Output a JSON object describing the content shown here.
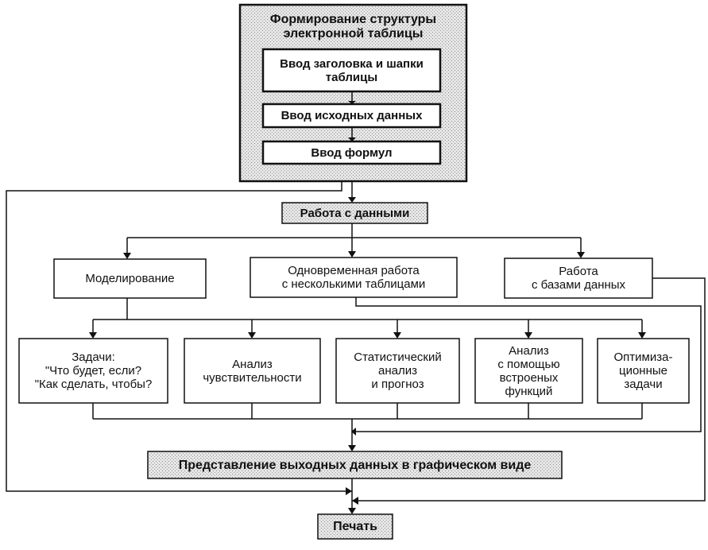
{
  "group": {
    "title": "Формирование структуры\nэлектронной таблицы",
    "steps": [
      "Ввод заголовка и шапки\nтаблицы",
      "Ввод исходных данных",
      "Ввод формул"
    ]
  },
  "work": {
    "label": "Работа с данными"
  },
  "branches": {
    "modeling": "Моделирование",
    "multi_tables": "Одновременная работа\nс несколькими таблицами",
    "databases": "Работа\nс базами данных"
  },
  "tasks": [
    "Задачи:\n\"Что будет, если?\n\"Как сделать, чтобы?",
    "Анализ\nчувствительности",
    "Статистический\nанализ\nи прогноз",
    "Анализ\nс помощью\nвстроеных\nфункций",
    "Оптимиза-\nционные\nзадачи"
  ],
  "output": {
    "label": "Представление выходных данных в графическом виде"
  },
  "print": {
    "label": "Печать"
  },
  "colors": {
    "stroke": "#111111",
    "stipple": "#dddddd",
    "background": "#ffffff"
  }
}
